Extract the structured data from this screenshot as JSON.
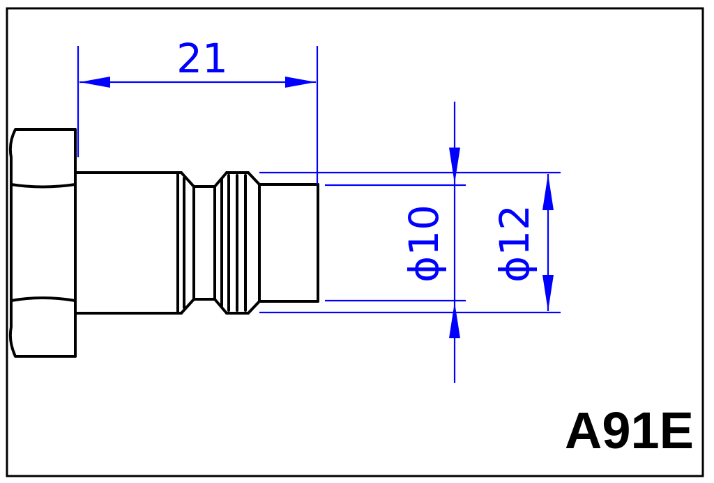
{
  "drawing": {
    "part_code": "A91E",
    "dimensions": {
      "length": "21",
      "inner_diameter": "ϕ10",
      "outer_diameter": "ϕ12"
    }
  },
  "colors": {
    "outline": "#000000",
    "dimension": "#0000ff",
    "background": "#ffffff"
  }
}
